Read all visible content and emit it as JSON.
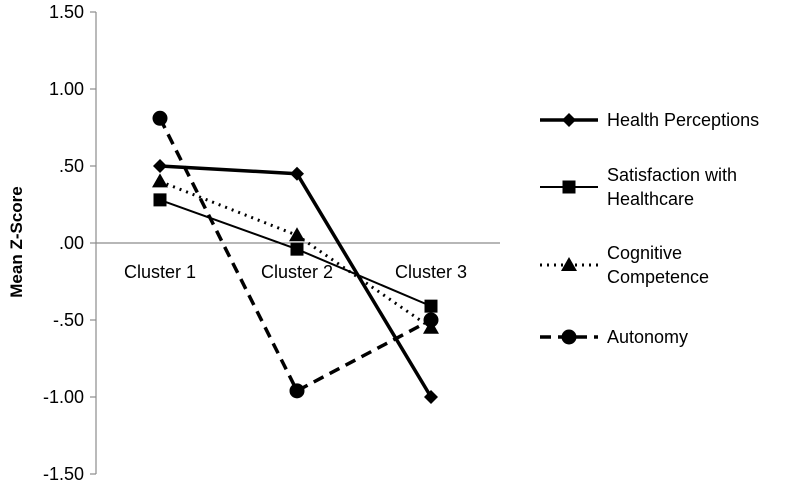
{
  "chart_data": {
    "type": "line",
    "title": "",
    "xlabel": "",
    "ylabel": "Mean Z-Score",
    "categories": [
      "Cluster 1",
      "Cluster 2",
      "Cluster 3"
    ],
    "ylim": [
      -1.5,
      1.5
    ],
    "y_ticks": [
      1.5,
      1.0,
      0.5,
      0.0,
      -0.5,
      -1.0,
      -1.5
    ],
    "y_tick_labels": [
      "1.50",
      "1.00",
      ".50",
      ".00",
      "-.50",
      "-1.00",
      "-1.50"
    ],
    "grid": false,
    "legend_position": "right",
    "series": [
      {
        "name": "Health Perceptions",
        "name_lines": [
          "Health Perceptions"
        ],
        "values": [
          0.5,
          0.45,
          -1.0
        ],
        "marker": "diamond",
        "line_style": "solid-thick",
        "color": "#000000"
      },
      {
        "name": "Satisfaction with Healthcare",
        "name_lines": [
          "Satisfaction with",
          "Healthcare"
        ],
        "values": [
          0.28,
          -0.04,
          -0.41
        ],
        "marker": "square",
        "line_style": "solid-thin",
        "color": "#000000"
      },
      {
        "name": "Cognitive Competence",
        "name_lines": [
          "Cognitive",
          "Competence"
        ],
        "values": [
          0.4,
          0.05,
          -0.55
        ],
        "marker": "triangle",
        "line_style": "dotted",
        "color": "#000000"
      },
      {
        "name": "Autonomy",
        "name_lines": [
          "Autonomy"
        ],
        "values": [
          0.81,
          -0.96,
          -0.5
        ],
        "marker": "circle",
        "line_style": "dashed",
        "color": "#000000"
      }
    ]
  }
}
